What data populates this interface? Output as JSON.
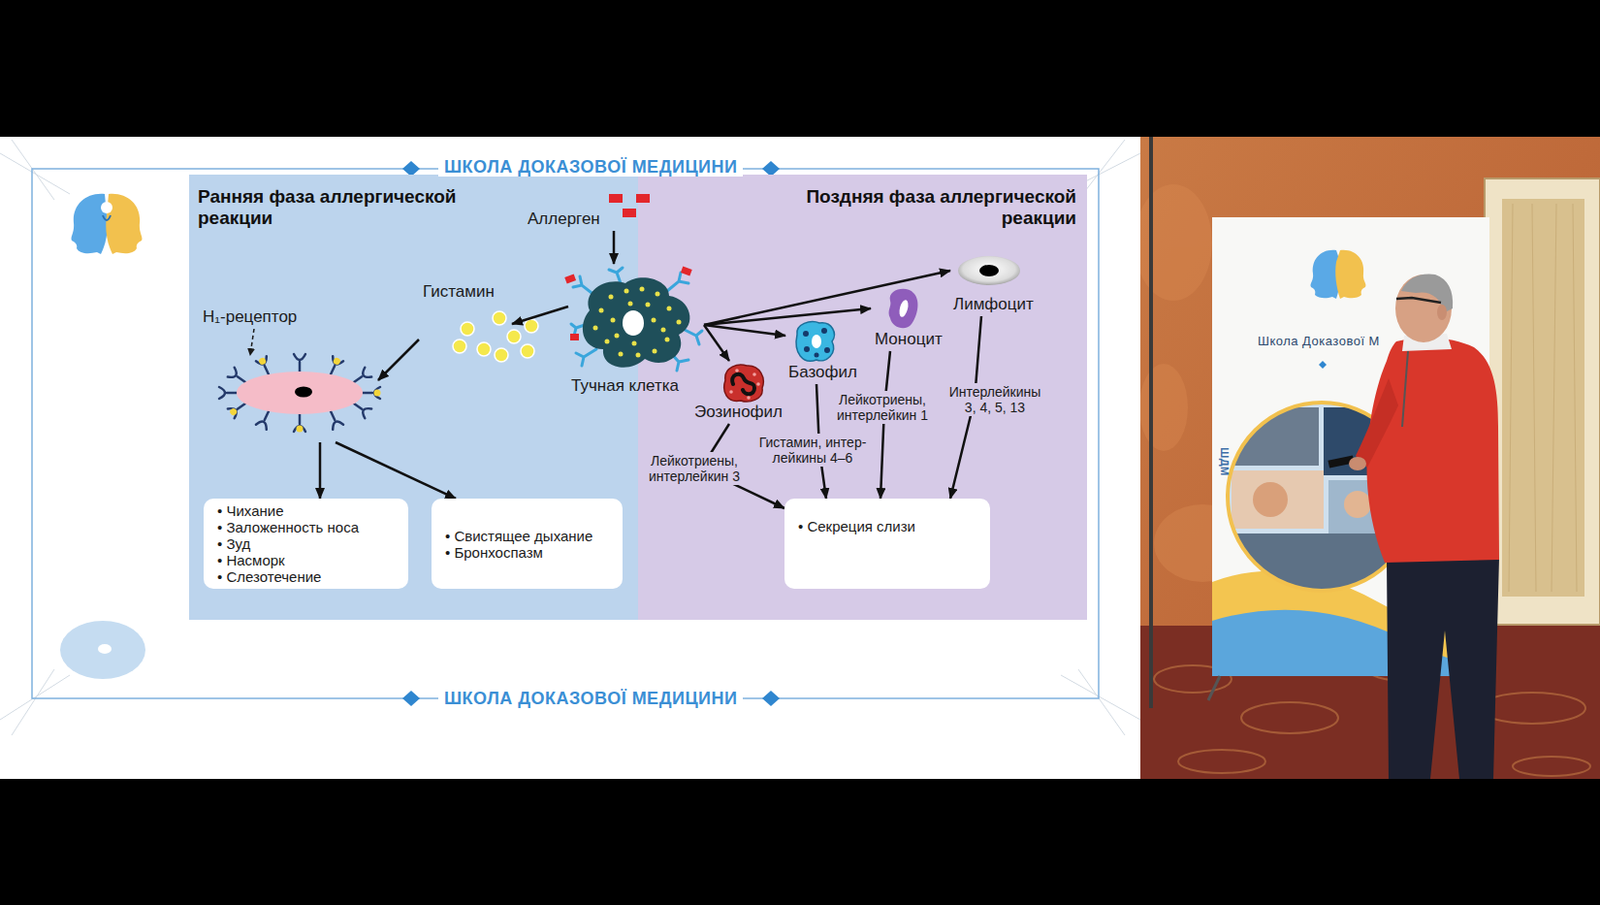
{
  "diagram": {
    "nodes": [
      {
        "text": [
          "Ранняя фаза аллергической реакции"
        ]
      },
      {
        "text": [
          "Поздняя фаза аллергической реакции"
        ]
      },
      {
        "text": [
          "Аллерген"
        ]
      },
      {
        "text": [
          "Гистамин"
        ],
        "in": 0
      },
      {
        "text": [
          "Тучная клетка"
        ]
      },
      {
        "text": [
          "H₁-рецептор"
        ],
        "in": 0
      },
      {
        "text": [
          "Лимфоцит"
        ],
        "in": 1
      },
      {
        "text": [
          "Моноцит"
        ],
        "in": 1
      },
      {
        "text": [
          "Базофил"
        ],
        "in": 1
      },
      {
        "text": [
          "Эозинофил"
        ],
        "in": 1
      },
      {
        "text": [
          "• Чихание",
          "• Заложенность носа",
          "• Зуд",
          "• Насморк",
          "• Слезотечение"
        ],
        "in": 0
      },
      {
        "text": [
          "• Свистящее дыхание",
          "• Бронхоспазм"
        ],
        "in": 0
      },
      {
        "text": [
          "• Секреция слизи"
        ],
        "in": 1
      }
    ],
    "edges": [
      {
        "from": 2,
        "to": 4,
        "arrow": "to"
      },
      {
        "from": 4,
        "to": 3,
        "arrow": "to"
      },
      {
        "from": 3,
        "to": 5,
        "arrow": "to"
      },
      {
        "from": 5,
        "to": 10,
        "arrow": "to"
      },
      {
        "from": 5,
        "to": 11,
        "arrow": "to"
      },
      {
        "from": 4,
        "to": 6,
        "arrow": "to"
      },
      {
        "from": 4,
        "to": 7,
        "arrow": "to"
      },
      {
        "from": 4,
        "to": 8,
        "arrow": "to"
      },
      {
        "from": 4,
        "to": 9,
        "arrow": "to"
      },
      {
        "from": 6,
        "to": 12,
        "label": "Интерлейкины 3, 4, 5, 13",
        "arrow": "to"
      },
      {
        "from": 7,
        "to": 12,
        "label": "Лейкотриены, интерлейкин 1",
        "arrow": "to"
      },
      {
        "from": 8,
        "to": 12,
        "label": "Гистамин, интер- лейкины 4–6",
        "arrow": "to"
      },
      {
        "from": 9,
        "to": 12,
        "label": "Лейкотриены, интерлейкин 3",
        "arrow": "to"
      }
    ],
    "labels": [
      "ШКОЛА ДОКАЗОВОЇ МЕДИЦИНИ",
      "ШКОЛА ДОКАЗОВОЇ МЕДИЦИНИ",
      "Школа Доказової М",
      "ШДМ"
    ]
  }
}
